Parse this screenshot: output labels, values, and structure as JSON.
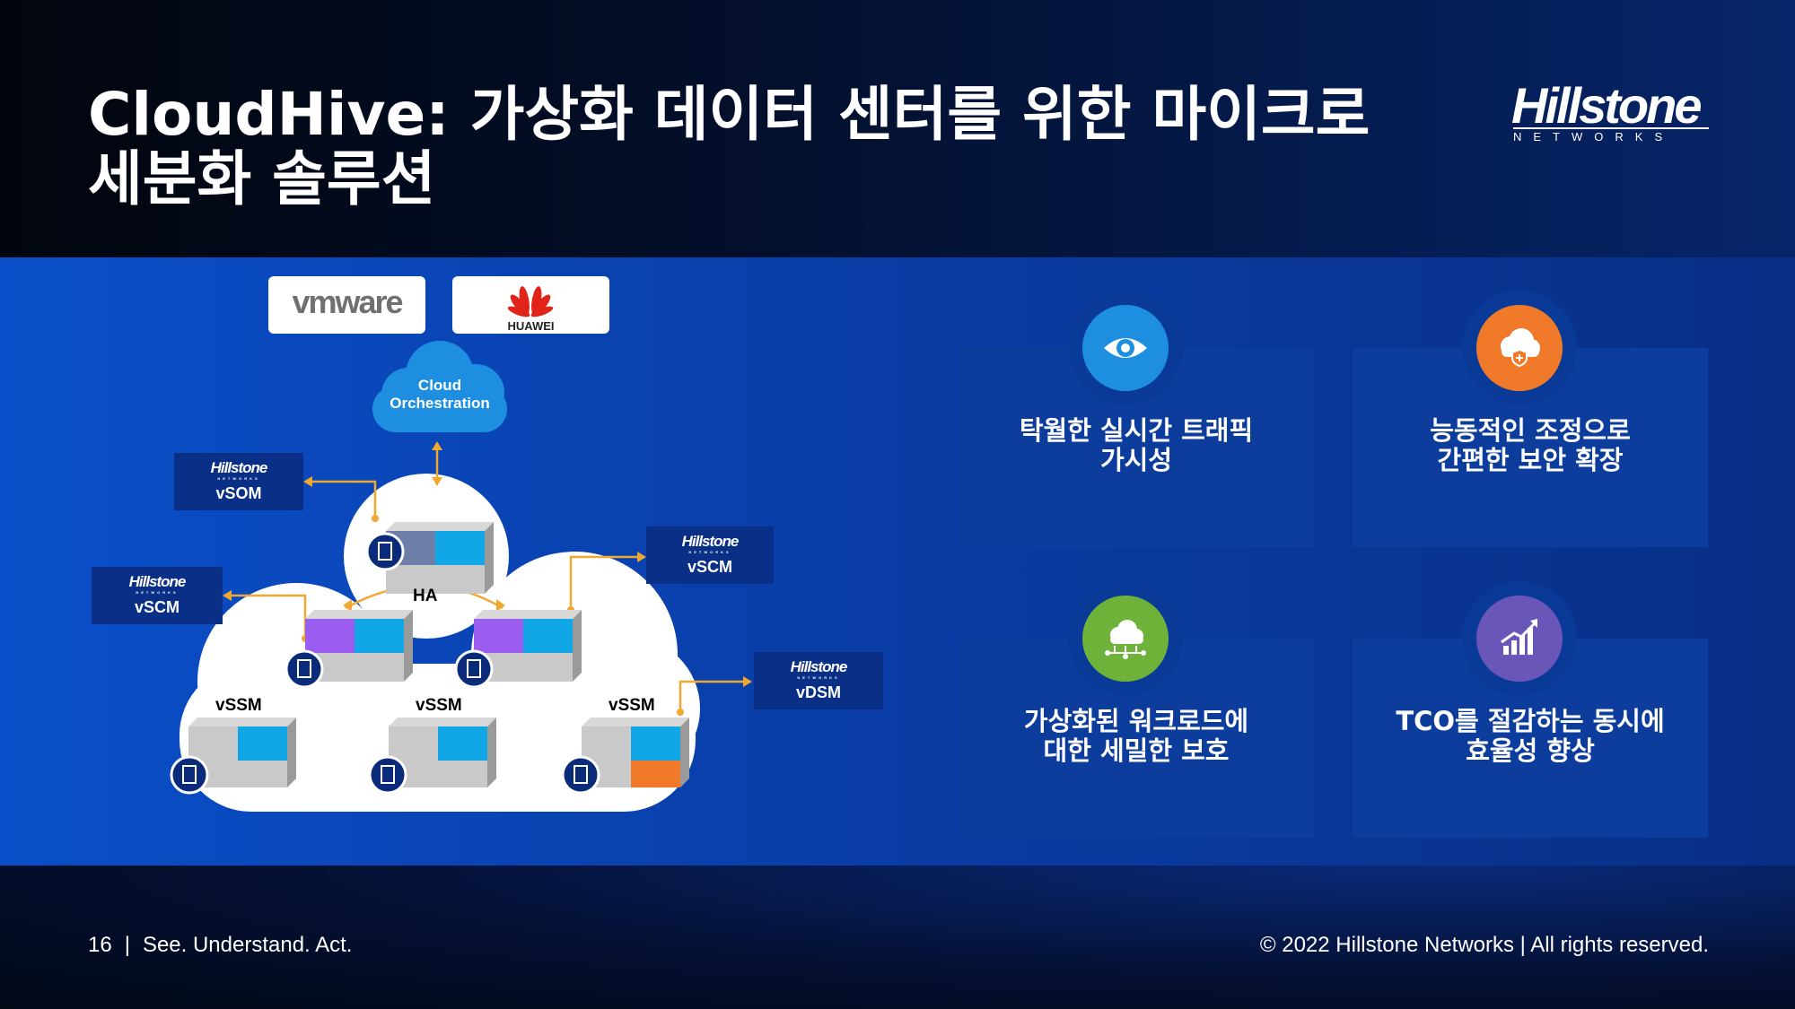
{
  "header": {
    "title_line1": "CloudHive: 가상화 데이터 센터를 위한 마이크로",
    "title_line2": "세분화 솔루션",
    "logo_word": "Hillstone",
    "logo_sub": "NETWORKS"
  },
  "diagram": {
    "vendors": [
      "vmware",
      "HUAWEI"
    ],
    "cloud_label_1": "Cloud",
    "cloud_label_2": "Orchestration",
    "ha_label": "HA",
    "mini_logo": "Hillstone",
    "mini_logo_sub": "NETWORKS",
    "boxes": {
      "vsom": "vSOM",
      "vscm_left": "vSCM",
      "vscm_right": "vSCM",
      "vdsm": "vDSM"
    },
    "nodes": [
      "vSSM",
      "vSSM",
      "vSSM"
    ]
  },
  "features": [
    {
      "line1": "탁월한 실시간 트래픽",
      "line2": "가시성",
      "icon": "eye-icon",
      "color": "#1e8fe0"
    },
    {
      "line1": "능동적인 조정으로",
      "line2": "간편한 보안 확장",
      "icon": "cloud-shield-icon",
      "color": "#f07a2a"
    },
    {
      "line1": "가상화된 워크로드에",
      "line2": "대한 세밀한 보호",
      "icon": "cloud-network-icon",
      "color": "#6fb23a"
    },
    {
      "line1": "TCO를 절감하는 동시에",
      "line2": "효율성 향상",
      "icon": "growth-chart-icon",
      "color": "#6a55b8"
    }
  ],
  "footer": {
    "page_number": "16",
    "separator": "|",
    "tagline": "See. Understand. Act.",
    "copyright": "© 2022 Hillstone Networks | All rights reserved."
  }
}
